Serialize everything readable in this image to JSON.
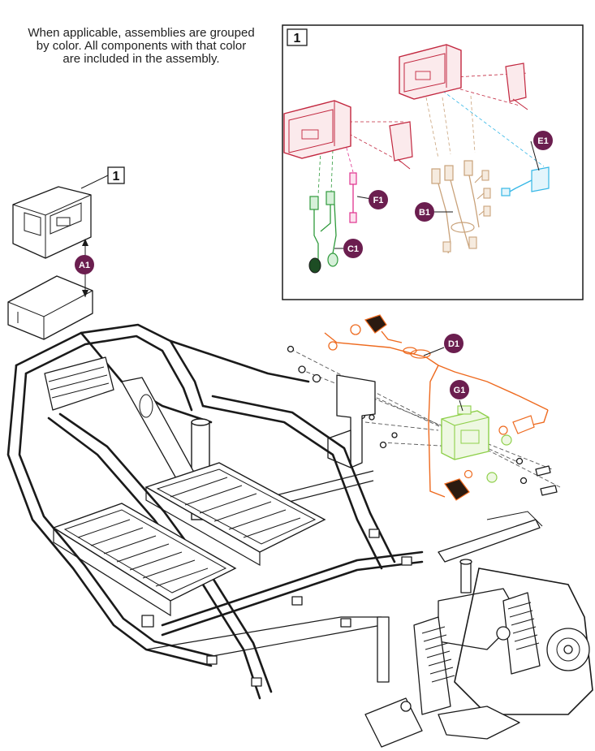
{
  "note": {
    "line1": "When applicable, assemblies are grouped",
    "line2": "by color. All components with that color",
    "line3": "are included in the assembly."
  },
  "refs": {
    "inset": "1",
    "controller": "1"
  },
  "callouts": {
    "A1": "A1",
    "B1": "B1",
    "C1": "C1",
    "D1": "D1",
    "E1": "E1",
    "F1": "F1",
    "G1": "G1"
  },
  "colors": {
    "callout_bg": "#6b1e4f",
    "controller": "#c2273f",
    "harness_b1": "#c9a27a",
    "harness_c1": "#2f9a3c",
    "harness_e1": "#36b7e6",
    "harness_f1": "#e0338f",
    "harness_d1": "#ee6a1f",
    "relay_g1": "#8ecf4a"
  }
}
